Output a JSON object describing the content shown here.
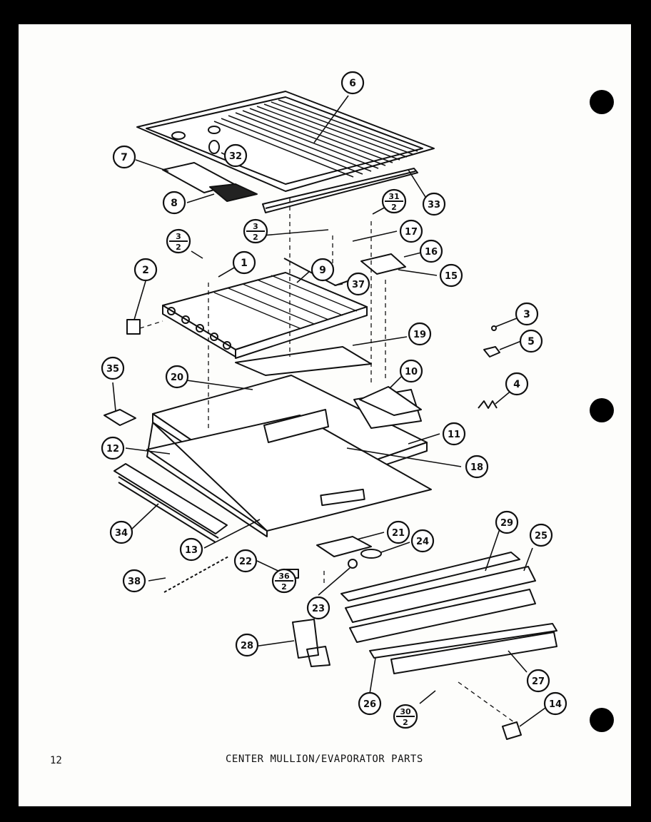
{
  "page_number": "12",
  "caption": "CENTER MULLION/EVAPORATOR PARTS",
  "callouts": [
    {
      "id": "c1",
      "text": "1"
    },
    {
      "id": "c2",
      "text": "2"
    },
    {
      "id": "c3",
      "text": "3"
    },
    {
      "id": "c4",
      "text": "4"
    },
    {
      "id": "c5",
      "text": "5"
    },
    {
      "id": "c6",
      "text": "6"
    },
    {
      "id": "c7",
      "text": "7"
    },
    {
      "id": "c8",
      "text": "8"
    },
    {
      "id": "c9",
      "text": "9"
    },
    {
      "id": "c10",
      "text": "10"
    },
    {
      "id": "c11",
      "text": "11"
    },
    {
      "id": "c12",
      "text": "12"
    },
    {
      "id": "c13",
      "text": "13"
    },
    {
      "id": "c14",
      "text": "14"
    },
    {
      "id": "c15",
      "text": "15"
    },
    {
      "id": "c16",
      "text": "16"
    },
    {
      "id": "c17",
      "text": "17"
    },
    {
      "id": "c18",
      "text": "18"
    },
    {
      "id": "c19",
      "text": "19"
    },
    {
      "id": "c20",
      "text": "20"
    },
    {
      "id": "c21",
      "text": "21"
    },
    {
      "id": "c22",
      "text": "22"
    },
    {
      "id": "c23",
      "text": "23"
    },
    {
      "id": "c24",
      "text": "24"
    },
    {
      "id": "c25",
      "text": "25"
    },
    {
      "id": "c26",
      "text": "26"
    },
    {
      "id": "c27",
      "text": "27"
    },
    {
      "id": "c28",
      "text": "28"
    },
    {
      "id": "c29",
      "text": "29"
    },
    {
      "id": "c32",
      "text": "32"
    },
    {
      "id": "c33",
      "text": "33"
    },
    {
      "id": "c34",
      "text": "34"
    },
    {
      "id": "c35",
      "text": "35"
    },
    {
      "id": "c37",
      "text": "37"
    },
    {
      "id": "c38",
      "text": "38"
    }
  ],
  "fraction_callouts": [
    {
      "id": "f31",
      "num": "31",
      "den": "2"
    },
    {
      "id": "f3a",
      "num": "3",
      "den": "2"
    },
    {
      "id": "f3b",
      "num": "3",
      "den": "2"
    },
    {
      "id": "f36",
      "num": "36",
      "den": "2"
    },
    {
      "id": "f30",
      "num": "30",
      "den": "2"
    }
  ]
}
